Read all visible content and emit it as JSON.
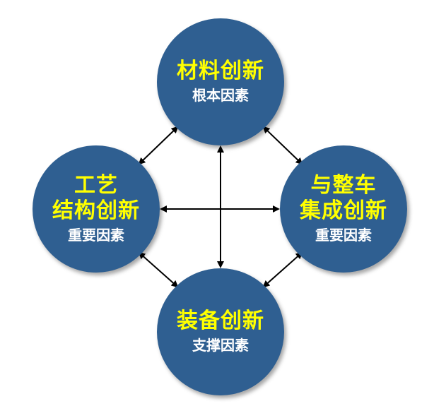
{
  "nodes": {
    "top": {
      "title_lines": [
        "材料创新"
      ],
      "subtitle": "根本因素"
    },
    "left": {
      "title_lines": [
        "工艺",
        "结构创新"
      ],
      "subtitle": "重要因素"
    },
    "right": {
      "title_lines": [
        "与整车",
        "集成创新"
      ],
      "subtitle": "重要因素"
    },
    "bottom": {
      "title_lines": [
        "装备创新"
      ],
      "subtitle": "支撑因素"
    }
  },
  "colors": {
    "circle_fill": "#2f5f91",
    "title_text": "#ffff00",
    "subtitle_text": "#ffffff",
    "arrow": "#000000"
  }
}
